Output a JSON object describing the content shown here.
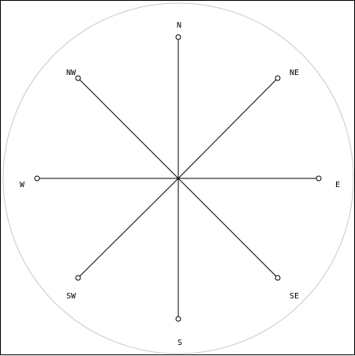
{
  "compass": {
    "directions": [
      {
        "id": "n",
        "label": "N"
      },
      {
        "id": "ne",
        "label": "NE"
      },
      {
        "id": "e",
        "label": "E"
      },
      {
        "id": "se",
        "label": "SE"
      },
      {
        "id": "s",
        "label": "S"
      },
      {
        "id": "sw",
        "label": "SW"
      },
      {
        "id": "w",
        "label": "W"
      },
      {
        "id": "nw",
        "label": "NW"
      }
    ],
    "colors": {
      "circle": "#c8c8c8",
      "line": "#000000",
      "frame": "#000000",
      "background": "#ffffff"
    }
  }
}
